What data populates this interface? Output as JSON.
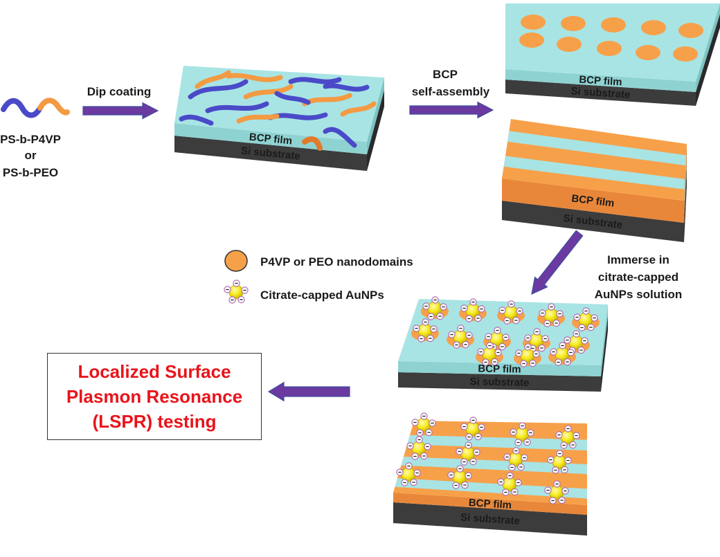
{
  "polymer": {
    "line1": "PS-b-P4VP",
    "line2": "or",
    "line3": "PS-b-PEO"
  },
  "steps": {
    "dip": "Dip coating",
    "assembly_line1": "BCP",
    "assembly_line2": "self-assembly",
    "immerse_line1": "Immerse in",
    "immerse_line2": "citrate-capped",
    "immerse_line3": "AuNPs solution"
  },
  "layers": {
    "film": "BCP film",
    "substrate": "Si substrate"
  },
  "legend": {
    "domains": "P4VP or PEO nanodomains",
    "aunps": "Citrate-capped AuNPs"
  },
  "result": {
    "line1": "Localized Surface",
    "line2": "Plasmon Resonance",
    "line3": "(LSPR) testing"
  },
  "colors": {
    "film": "#a8e4e4",
    "film_side": "#8fd2d2",
    "substrate": "#3c3c3c",
    "domain": "#f7a04a",
    "gold": "#f6ea1e",
    "arrow": "#6b3aa0",
    "chain_blue": "#4a4ac8",
    "result_text": "#e8141b"
  }
}
